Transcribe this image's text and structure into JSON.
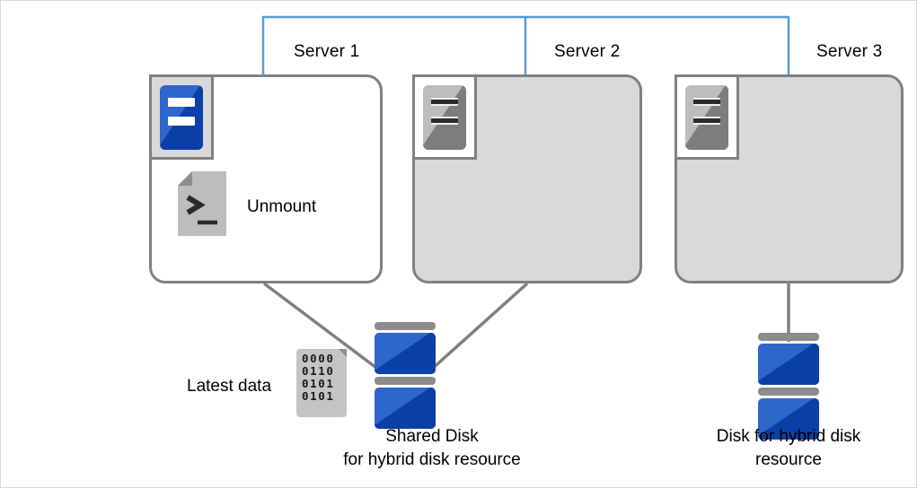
{
  "diagram": {
    "title": "Hybrid disk resource unmount across servers",
    "colors": {
      "bracket_blue": "#5b9bd5",
      "box_border_gray": "#808080",
      "box_fill_inactive": "#d9d9d9",
      "box_fill_active": "#ffffff",
      "connector_gray": "#808080",
      "disk_blue_light": "#2f66cc",
      "disk_blue_dark": "#0b3fa8",
      "disk_band_gray": "#8c8c8c",
      "binary_block_gray": "#c4c4c4",
      "text_black": "#000000"
    },
    "servers": [
      {
        "id": "server-1",
        "label": "Server 1",
        "state": "active",
        "badge_icon": "server-icon",
        "badge_state": "on",
        "action_icon": "terminal-script-icon",
        "action_label": "Unmount"
      },
      {
        "id": "server-2",
        "label": "Server 2",
        "state": "inactive",
        "badge_icon": "server-icon",
        "badge_state": "off"
      },
      {
        "id": "server-3",
        "label": "Server 3",
        "state": "inactive",
        "badge_icon": "server-icon",
        "badge_state": "off"
      }
    ],
    "latest_data": {
      "label": "Latest data",
      "binary_rows": [
        "0000",
        "0110",
        "0101",
        "0101"
      ]
    },
    "disks": [
      {
        "id": "shared-disk",
        "icon": "disk-stack-icon",
        "caption_line_1": "Shared  Disk",
        "caption_line_2": "for hybrid disk resource"
      },
      {
        "id": "hybrid-disk",
        "icon": "disk-stack-icon",
        "caption_line_1": "Disk for hybrid disk",
        "caption_line_2": "resource"
      }
    ]
  }
}
